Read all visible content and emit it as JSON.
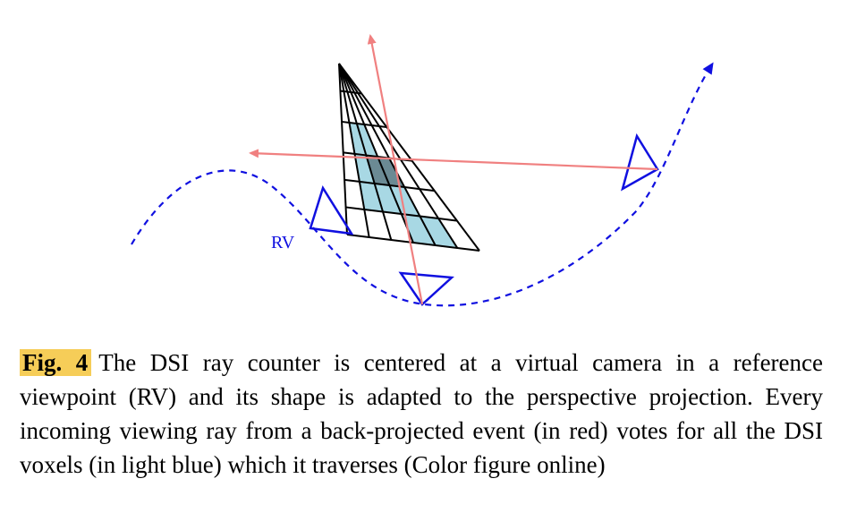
{
  "figure": {
    "rv_label": "RV",
    "colors": {
      "trajectory": "#1010e0",
      "camera": "#1010e0",
      "ray": "#f08080",
      "grid_line": "#000000",
      "voxel_fill": "#a8d8e4",
      "voxel_dark": "#6b8a94"
    }
  },
  "caption": {
    "label": "Fig. 4",
    "text": "The DSI ray counter is centered at a virtual camera in a reference viewpoint (RV) and its shape is adapted to the perspective projection. Every incoming viewing ray from a back-projected event (in red) votes for all the DSI voxels (in light blue) which it traverses (Color figure online)"
  }
}
